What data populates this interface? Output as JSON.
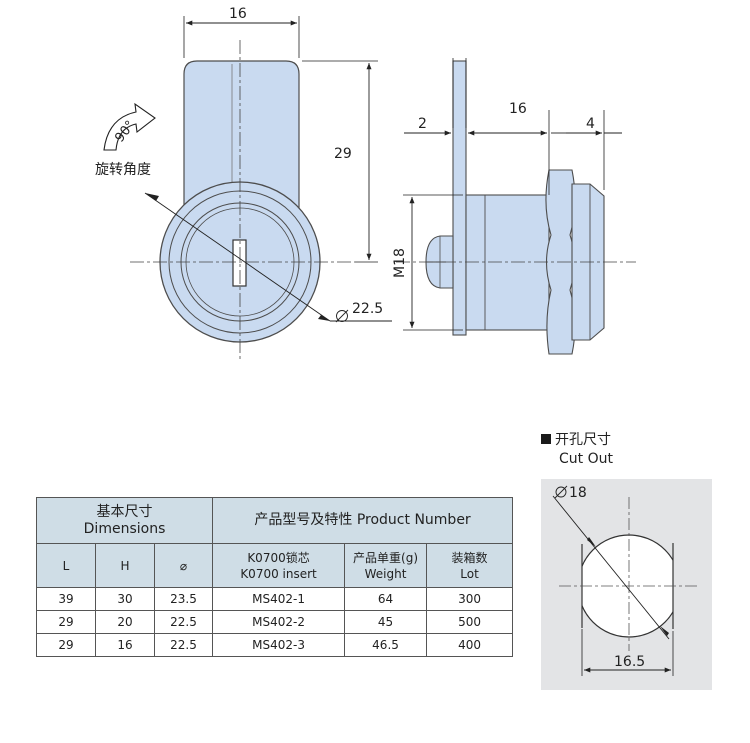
{
  "front_view": {
    "width_dim": "16",
    "height_dim": "29",
    "diameter_dim": "22.5",
    "rotation_angle": "90°",
    "rotation_label": "旋转角度"
  },
  "side_view": {
    "plate_dim": "2",
    "body_dim": "16",
    "nut_dim": "4",
    "thread_dim": "M18"
  },
  "cut_out": {
    "title_cn": "开孔尺寸",
    "title_en": "Cut Out",
    "diameter": "18",
    "width": "16.5"
  },
  "table": {
    "header_dimensions_cn": "基本尺寸",
    "header_dimensions_en": "Dimensions",
    "header_product": "产品型号及特性 Product Number",
    "col_l": "L",
    "col_h": "H",
    "col_dia": "⌀",
    "col_insert_cn": "K0700锁芯",
    "col_insert_en": "K0700 insert",
    "col_weight_cn": "产品单重(g)",
    "col_weight_en": "Weight",
    "col_lot_cn": "装箱数",
    "col_lot_en": "Lot",
    "rows": [
      {
        "l": "39",
        "h": "30",
        "dia": "23.5",
        "model": "MS402-1",
        "weight": "64",
        "lot": "300"
      },
      {
        "l": "29",
        "h": "20",
        "dia": "22.5",
        "model": "MS402-2",
        "weight": "45",
        "lot": "500"
      },
      {
        "l": "29",
        "h": "16",
        "dia": "22.5",
        "model": "MS402-3",
        "weight": "46.5",
        "lot": "400"
      }
    ]
  },
  "colors": {
    "part_fill": "#c9daf0",
    "outline": "#4d4d4d",
    "table_header": "#cfdde6",
    "cutout_panel": "#e3e4e6"
  }
}
